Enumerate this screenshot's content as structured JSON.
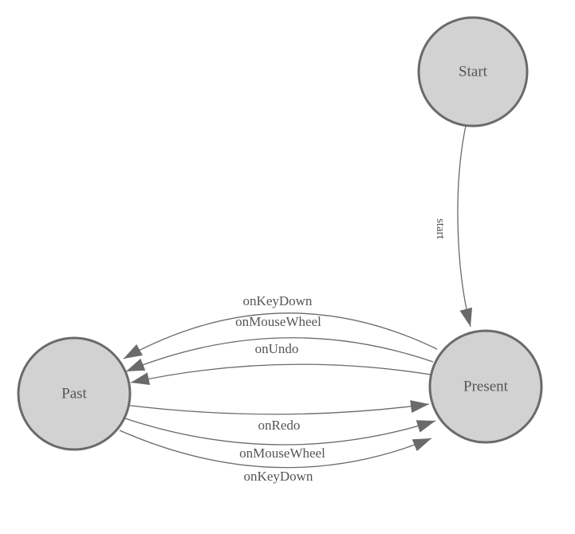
{
  "diagram": {
    "kind": "state-diagram",
    "background": "#ffffff",
    "colors": {
      "node_fill": "#d2d2d2",
      "node_stroke": "#6a6a6a",
      "edge_stroke": "#6a6a6a",
      "arrowhead_fill": "#6a6a6a",
      "label_text": "#55555a"
    },
    "nodes": [
      {
        "id": "start",
        "label": "Start"
      },
      {
        "id": "present",
        "label": "Present"
      },
      {
        "id": "past",
        "label": "Past"
      }
    ],
    "edges": [
      {
        "from": "Start",
        "to": "Present",
        "label": "start"
      },
      {
        "from": "Present",
        "to": "Past",
        "label": "onKeyDown"
      },
      {
        "from": "Present",
        "to": "Past",
        "label": "onMouseWheel"
      },
      {
        "from": "Present",
        "to": "Past",
        "label": "onUndo"
      },
      {
        "from": "Past",
        "to": "Present",
        "label": "onRedo"
      },
      {
        "from": "Past",
        "to": "Present",
        "label": "onMouseWheel"
      },
      {
        "from": "Past",
        "to": "Present",
        "label": "onKeyDown"
      }
    ]
  }
}
